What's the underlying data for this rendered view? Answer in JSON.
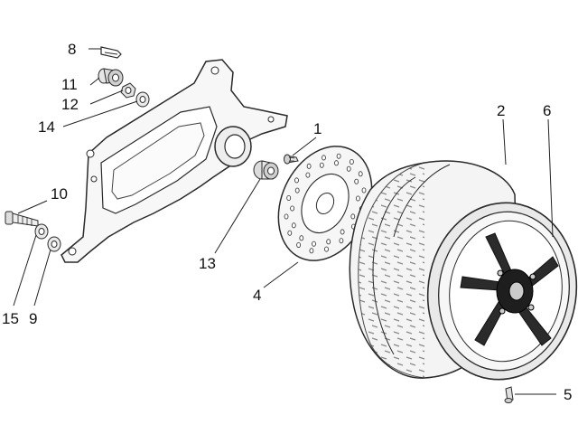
{
  "callouts": {
    "c1": "1",
    "c2": "2",
    "c4": "4",
    "c5": "5",
    "c6": "6",
    "c8": "8",
    "c9": "9",
    "c10": "10",
    "c11": "11",
    "c12": "12",
    "c13": "13",
    "c14": "14",
    "c15": "15"
  },
  "colors": {
    "ink": "#2a2a2a",
    "tire_fill": "#f4f4f4",
    "rim_fill": "#e9e9e9",
    "hub_dark": "#1e1e1e",
    "arm_fill": "#f7f7f7"
  }
}
